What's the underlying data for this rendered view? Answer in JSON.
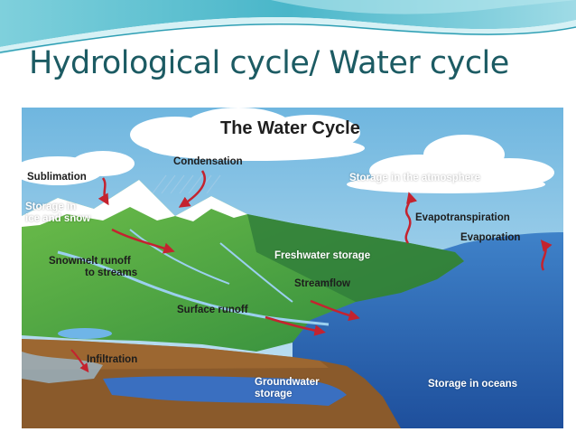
{
  "slide": {
    "title": "Hydrological cycle/ Water cycle"
  },
  "diagram": {
    "title": "The Water Cycle",
    "labels": {
      "condensation": "Condensation",
      "sublimation": "Sublimation",
      "storage_ice_line1": "Storage in",
      "storage_ice_line2": "ice and snow",
      "storage_atmosphere": "Storage in the atmosphere",
      "evapotranspiration": "Evapotranspiration",
      "evaporation": "Evaporation",
      "snowmelt_line1": "Snowmelt runoff",
      "snowmelt_line2": "to streams",
      "freshwater_storage": "Freshwater storage",
      "streamflow": "Streamflow",
      "surface_runoff": "Surface runoff",
      "infiltration": "Infiltration",
      "groundwater_line1": "Groundwater",
      "groundwater_line2": "storage",
      "storage_oceans": "Storage in oceans"
    }
  },
  "colors": {
    "title_text": "#1c5b63",
    "sky": "#8fc7e6",
    "ocean": "#2a63b3",
    "land_green": "#3f9a47",
    "soil": "#8a5a2b",
    "arrow": "#c4232f"
  }
}
